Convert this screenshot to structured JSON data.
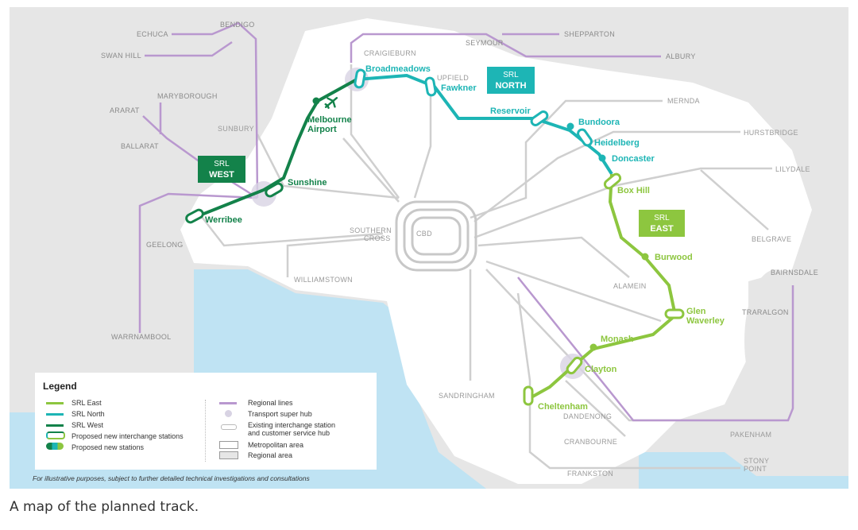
{
  "caption": "A map of the planned track.",
  "footnote": "For illustrative purposes, subject to further detailed technical investigations and consultations",
  "colors": {
    "srl_east": "#8dc63f",
    "srl_north": "#1db5b5",
    "srl_west": "#13824a",
    "regional": "#b998cf",
    "metro_line": "#cfcfcf",
    "metro_area": "#ffffff",
    "regional_area": "#e6e6e6",
    "water": "#bfe3f3"
  },
  "srl_tags": {
    "west": [
      "SRL",
      "WEST"
    ],
    "north": [
      "SRL",
      "NORTH"
    ],
    "east": [
      "SRL",
      "EAST"
    ]
  },
  "stations": {
    "broadmeadows": "Broadmeadows",
    "fawkner": "Fawkner",
    "melbourne_airport": [
      "Melbourne",
      "Airport"
    ],
    "reservoir": "Reservoir",
    "bundoora": "Bundoora",
    "heidelberg": "Heidelberg",
    "doncaster": "Doncaster",
    "box_hill": "Box Hill",
    "burwood": "Burwood",
    "glen_waverley": [
      "Glen",
      "Waverley"
    ],
    "monash": "Monash",
    "clayton": "Clayton",
    "cheltenham": "Cheltenham",
    "sunshine": "Sunshine",
    "werribee": "Werribee"
  },
  "regional_places": {
    "bendigo": "BENDIGO",
    "echuca": "ECHUCA",
    "swan_hill": "SWAN HILL",
    "maryborough": "MARYBOROUGH",
    "ararat": "ARARAT",
    "ballarat": "BALLARAT",
    "geelong": "GEELONG",
    "warrnambool": "WARRNAMBOOL",
    "seymour": "SEYMOUR",
    "shepparton": "SHEPPARTON",
    "albury": "ALBURY",
    "bairnsdale": "BAIRNSDALE",
    "traralgon": "TRARALGON"
  },
  "metro_places": {
    "craigieburn": "CRAIGIEBURN",
    "upfield": "UPFIELD",
    "sunbury": "SUNBURY",
    "mernda": "MERNDA",
    "hurstbridge": "HURSTBRIDGE",
    "lilydale": "LILYDALE",
    "belgrave": "BELGRAVE",
    "alamein": "ALAMEIN",
    "williamstown": "WILLIAMSTOWN",
    "southern_cross": [
      "SOUTHERN",
      "CROSS"
    ],
    "cbd": "CBD",
    "sandringham": "SANDRINGHAM",
    "dandenong": "DANDENONG",
    "cranbourne": "CRANBOURNE",
    "pakenham": "PAKENHAM",
    "frankston": "FRANKSTON",
    "stony_point": [
      "STONY",
      "POINT"
    ]
  },
  "legend": {
    "title": "Legend",
    "srl_east": "SRL East",
    "srl_north": "SRL North",
    "srl_west": "SRL West",
    "interchange": "Proposed new interchange stations",
    "new_stations": "Proposed new stations",
    "regional_lines": "Regional lines",
    "super_hub": "Transport super hub",
    "existing_interchange": [
      "Existing interchange station",
      "and customer service hub"
    ],
    "metro_area": "Metropolitan area",
    "regional_area": "Regional area"
  }
}
